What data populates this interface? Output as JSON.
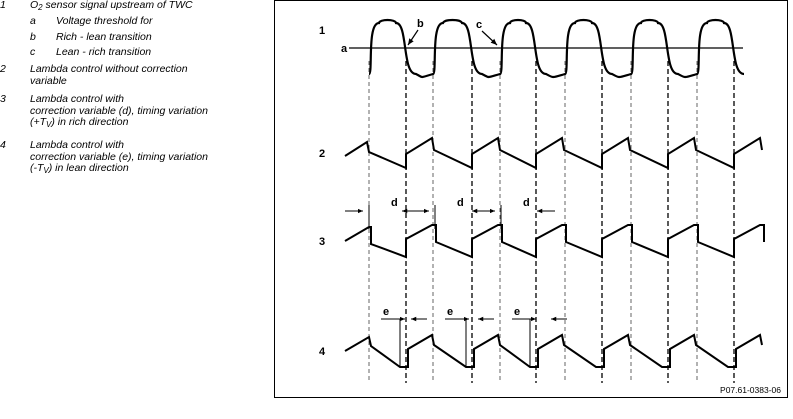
{
  "legend": {
    "items": [
      {
        "num": "1",
        "pre": "O",
        "sub": "2",
        "post": " sensor signal upstream of TWC"
      },
      {
        "num": "a",
        "text": "Voltage threshold for",
        "indent": true
      },
      {
        "num": "b",
        "text": "Rich - lean transition",
        "indent": true
      },
      {
        "num": "c",
        "text": "Lean - rich transition",
        "indent": true
      },
      {
        "num": "2",
        "line1": "Lambda control without correction",
        "line2": "variable"
      },
      {
        "num": "3",
        "line1": "Lambda control with",
        "line2": "correction variable (d), timing variation",
        "line3pre": "(+T",
        "line3sub": "V",
        "line3post": ") in rich direction"
      },
      {
        "num": "4",
        "line1": "Lambda control with",
        "line2": "correction variable (e), timing variation",
        "line3pre": "(-T",
        "line3sub": "V",
        "line3post": ") in lean direction"
      }
    ]
  },
  "figure": {
    "row_labels": [
      "1",
      "2",
      "3",
      "4"
    ],
    "threshold_label": "a",
    "callout_b": "b",
    "callout_c": "c",
    "d_label": "d",
    "e_label": "e"
  },
  "figure_ref": "P07.61-0383-06"
}
